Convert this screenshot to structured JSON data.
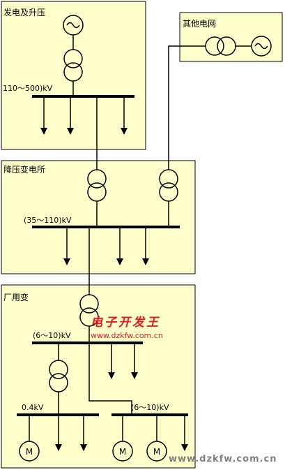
{
  "colors": {
    "panel_fill": "#FFFFCC",
    "line": "#000000",
    "watermark_red": "#E0181F",
    "watermark_gray": "#7F7F7F"
  },
  "sections": {
    "generation": "发电及升压",
    "other_grid": "其他电网",
    "step_down": "降压变电所",
    "plant_transformer": "厂用变"
  },
  "buses": {
    "high_voltage": "110～500)kV",
    "medium_voltage": "(35～110)kV",
    "plant_bus": "(6～10)kV",
    "low_voltage": "0.4kV",
    "motor_bus": "(6～10)kV"
  },
  "motor_symbol": "M",
  "watermark": {
    "brand": "电子开发王",
    "url": "www.dzkfw.com.cn",
    "url_footer": "www.dzkfw.com.cn"
  }
}
